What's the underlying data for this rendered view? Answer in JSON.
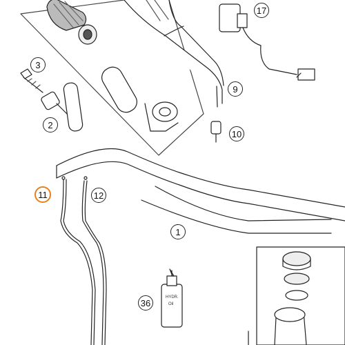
{
  "diagram": {
    "callouts": [
      {
        "id": "c17",
        "label": "17"
      },
      {
        "id": "c3",
        "label": "3"
      },
      {
        "id": "c9",
        "label": "9"
      },
      {
        "id": "c2",
        "label": "2"
      },
      {
        "id": "c10",
        "label": "10"
      },
      {
        "id": "c11",
        "label": "11"
      },
      {
        "id": "c12",
        "label": "12"
      },
      {
        "id": "c1",
        "label": "1"
      },
      {
        "id": "c36",
        "label": "36"
      }
    ],
    "highlight_color": "#e8801c",
    "bottle_label_1": "HYDR.",
    "bottle_label_2": "Oil"
  }
}
